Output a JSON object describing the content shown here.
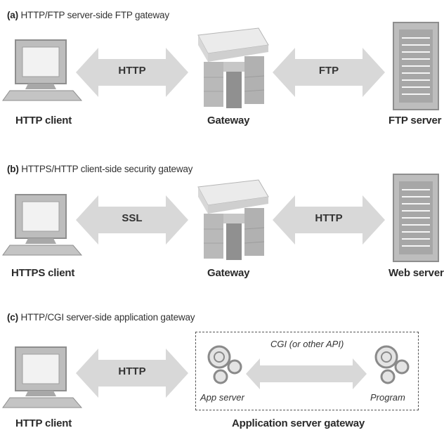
{
  "panels": [
    {
      "caption_letter": "(a)",
      "caption_text": "HTTP/FTP server-side FTP gateway",
      "left_label": "HTTP client",
      "middle_label": "Gateway",
      "right_label": "FTP server",
      "left_arrow": "HTTP",
      "right_arrow": "FTP"
    },
    {
      "caption_letter": "(b)",
      "caption_text": "HTTPS/HTTP client-side security gateway",
      "left_label": "HTTPS client",
      "middle_label": "Gateway",
      "right_label": "Web server",
      "left_arrow": "SSL",
      "right_arrow": "HTTP"
    },
    {
      "caption_letter": "(c)",
      "caption_text": "HTTP/CGI server-side application gateway",
      "left_label": "HTTP client",
      "left_arrow": "HTTP",
      "inner_arrow": "CGI (or other API)",
      "app_server": "App server",
      "program": "Program",
      "box_label": "Application server gateway"
    }
  ],
  "colors": {
    "arrow": "#d9d9d9",
    "device": "#c8c8c8",
    "device_dark": "#9a9a9a",
    "text": "#2a2a2a"
  }
}
